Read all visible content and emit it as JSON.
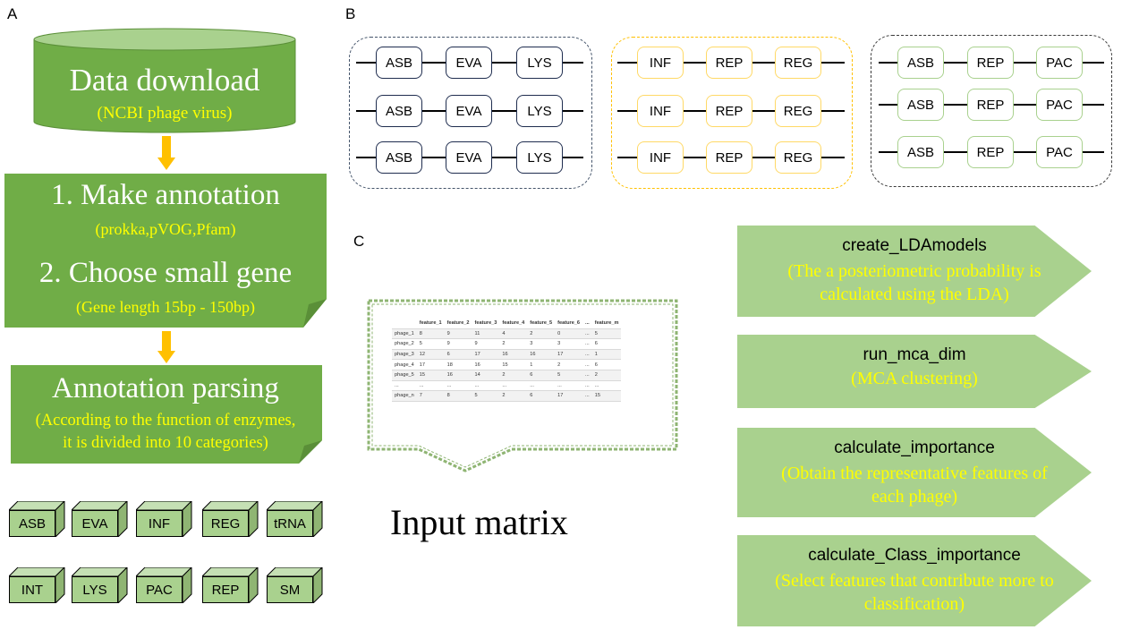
{
  "panels": {
    "a": "A",
    "b": "B",
    "c": "C"
  },
  "panel_a": {
    "db_title": "Data download",
    "db_sub": "(NCBI phage virus)",
    "step1": "1. Make annotation",
    "step1_sub": "(prokka,pVOG,Pfam)",
    "step2": "2. Choose small gene",
    "step2_sub": "(Gene length 15bp - 150bp)",
    "parse_title": "Annotation parsing",
    "parse_sub1": "(According to the function of enzymes,",
    "parse_sub2": "it is divided into 10 categories)",
    "categories": [
      "ASB",
      "EVA",
      "INF",
      "REG",
      "tRNA",
      "INT",
      "LYS",
      "PAC",
      "REP",
      "SM"
    ]
  },
  "panel_b": {
    "groups": [
      {
        "rows": [
          [
            "ASB",
            "EVA",
            "LYS"
          ],
          [
            "ASB",
            "EVA",
            "LYS"
          ],
          [
            "ASB",
            "EVA",
            "LYS"
          ]
        ]
      },
      {
        "rows": [
          [
            "INF",
            "REP",
            "REG"
          ],
          [
            "INF",
            "REP",
            "REG"
          ],
          [
            "INF",
            "REP",
            "REG"
          ]
        ]
      },
      {
        "rows": [
          [
            "ASB",
            "REP",
            "PAC"
          ],
          [
            "ASB",
            "REP",
            "PAC"
          ],
          [
            "ASB",
            "REP",
            "PAC"
          ]
        ]
      }
    ]
  },
  "panel_c": {
    "matrix_label": "Input matrix",
    "matrix": {
      "header": [
        "",
        "feature_1",
        "feature_2",
        "feature_3",
        "feature_4",
        "feature_5",
        "feature_6",
        "...",
        "feature_m"
      ],
      "rows": [
        [
          "phage_1",
          "8",
          "9",
          "11",
          "4",
          "2",
          "0",
          "...",
          "5"
        ],
        [
          "phage_2",
          "5",
          "9",
          "9",
          "2",
          "3",
          "3",
          "...",
          "6"
        ],
        [
          "phage_3",
          "12",
          "6",
          "17",
          "16",
          "16",
          "17",
          "...",
          "1"
        ],
        [
          "phage_4",
          "17",
          "18",
          "16",
          "15",
          "1",
          "2",
          "...",
          "6"
        ],
        [
          "phage_5",
          "15",
          "16",
          "14",
          "2",
          "6",
          "5",
          "...",
          "2"
        ],
        [
          "...",
          "...",
          "...",
          "...",
          "...",
          "...",
          "...",
          "...",
          "..."
        ],
        [
          "phage_n",
          "7",
          "8",
          "5",
          "2",
          "6",
          "17",
          "...",
          "15"
        ]
      ]
    },
    "steps": [
      {
        "name": "create_LDAmodels",
        "desc1": "(The a posteriometric probability is",
        "desc2": "calculated using the LDA)"
      },
      {
        "name": "run_mca_dim",
        "desc1": "(MCA clustering)",
        "desc2": ""
      },
      {
        "name": "calculate_importance",
        "desc1": "(Obtain the representative features of",
        "desc2": "each phage)"
      },
      {
        "name": "calculate_Class_importance",
        "desc1": "(Select features that contribute more to",
        "desc2": "classification)"
      }
    ]
  },
  "colors": {
    "green_dark": "#70ad47",
    "green_light": "#a9d18e",
    "arrow": "#ffc000",
    "yellow_text": "#ffff00",
    "border_blue": "#44546a",
    "border_yellow": "#ffc000",
    "border_dark": "#3b3b3b"
  }
}
